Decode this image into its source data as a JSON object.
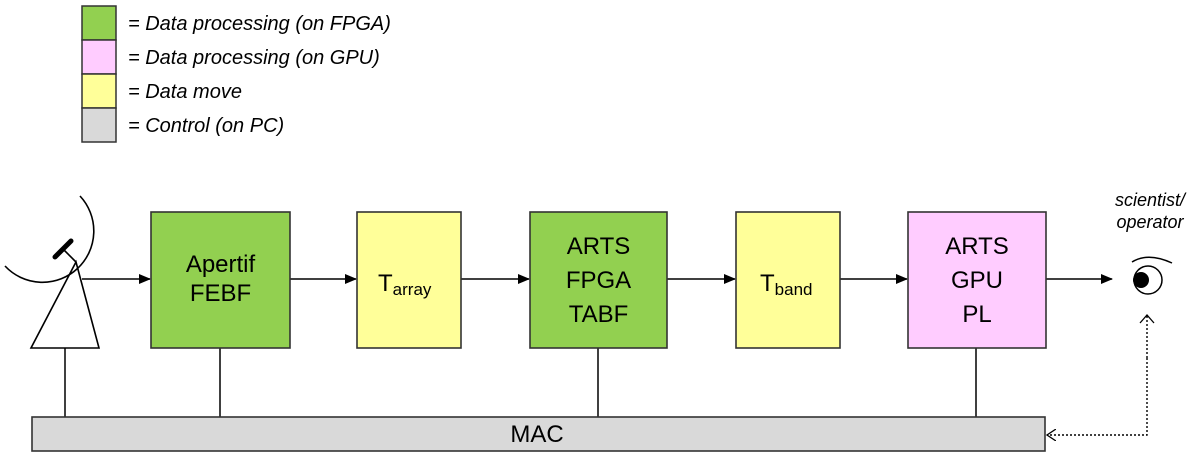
{
  "colors": {
    "fpga": "#92d050",
    "gpu": "#ffccff",
    "move": "#ffff99",
    "control": "#d9d9d9",
    "stroke": "#000000"
  },
  "legend": {
    "items": [
      {
        "key": "fpga",
        "label": "= Data processing (on FPGA)"
      },
      {
        "key": "gpu",
        "label": "= Data processing (on GPU)"
      },
      {
        "key": "move",
        "label": "= Data move"
      },
      {
        "key": "control",
        "label": "= Control (on PC)"
      }
    ]
  },
  "pipeline": {
    "antenna": {
      "icon": "dish-antenna-icon"
    },
    "blocks": [
      {
        "id": "apertif-febf",
        "type": "fpga",
        "lines": [
          "Apertif",
          "FEBF"
        ]
      },
      {
        "id": "t-array",
        "type": "move",
        "main": "T",
        "sub": "array"
      },
      {
        "id": "arts-fpga-tabf",
        "type": "fpga",
        "lines": [
          "ARTS",
          "FPGA",
          "TABF"
        ]
      },
      {
        "id": "t-band",
        "type": "move",
        "main": "T",
        "sub": "band"
      },
      {
        "id": "arts-gpu-pl",
        "type": "gpu",
        "lines": [
          "ARTS",
          "GPU",
          "PL"
        ]
      }
    ],
    "observer": {
      "icon": "eye-icon",
      "lines": [
        "scientist/",
        "operator"
      ]
    }
  },
  "control_bar": {
    "label": "MAC",
    "type": "control"
  }
}
